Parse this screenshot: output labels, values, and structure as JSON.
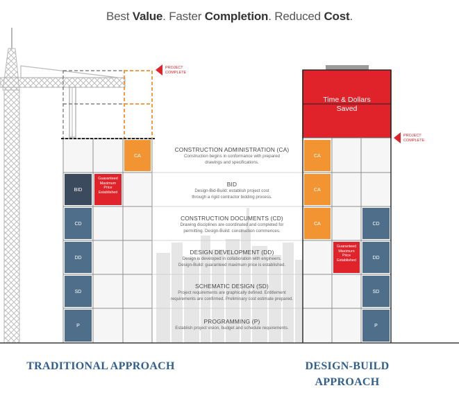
{
  "headline": {
    "part1": "Best ",
    "bold1": "Value",
    "part2": ". Faster ",
    "bold2": "Completion",
    "part3": ". Reduced ",
    "bold3": "Cost",
    "part4": "."
  },
  "colors": {
    "slate": "#4f6e8a",
    "dark_slate": "#3b4a5c",
    "red": "#e0232a",
    "orange": "#f29431",
    "grid": "#8f8f8f",
    "cell_bg": "#f6f6f6",
    "label_blue": "#2f5f8f"
  },
  "traditional": {
    "label": "TRADITIONAL APPROACH",
    "blocks": {
      "bid": "BID",
      "cd": "CD",
      "dd": "DD",
      "sd": "SD",
      "p": "P",
      "ca": "CA",
      "gmp": "Guaranteed Maximum Price Established"
    },
    "project_complete": [
      "PROJECT",
      "COMPLETE"
    ]
  },
  "design_build": {
    "label_line1": "DESIGN-BUILD",
    "label_line2": "APPROACH",
    "saved_line1": "Time & Dollars",
    "saved_line2": "Saved",
    "blocks": {
      "ca": "CA",
      "cd": "CD",
      "dd": "DD",
      "sd": "SD",
      "p": "P",
      "gmp": "Guaranteed Maximum Price Established"
    },
    "project_complete": [
      "PROJECT",
      "COMPLETE"
    ]
  },
  "phases": [
    {
      "title": "CONSTRUCTION ADMINISTRATION (CA)",
      "desc": [
        "Construction begins in conformance with prepared",
        "drawings and specifications."
      ]
    },
    {
      "title": "BID",
      "desc": [
        "Design-Bid-Build: establish project cost",
        "through a rigid contractor bidding process."
      ]
    },
    {
      "title": "CONSTRUCTION DOCUMENTS (CD)",
      "desc": [
        "Drawing disciplines are coordinated and completed for",
        "permitting. Design-Build: construction commences."
      ]
    },
    {
      "title": "DESIGN DEVELOPMENT (DD)",
      "desc": [
        "Design is developed in collaboration with engineers.",
        "Design-Build: guaranteed maximum price is established."
      ]
    },
    {
      "title": "SCHEMATIC DESIGN (SD)",
      "desc": [
        "Project requirements are graphically defined. Entitlement",
        "requirements are confirmed. Preliminary cost estimate prepared."
      ]
    },
    {
      "title": "PROGRAMMING (P)",
      "desc": [
        "Establish project vision, budget and schedule requirements."
      ]
    }
  ]
}
